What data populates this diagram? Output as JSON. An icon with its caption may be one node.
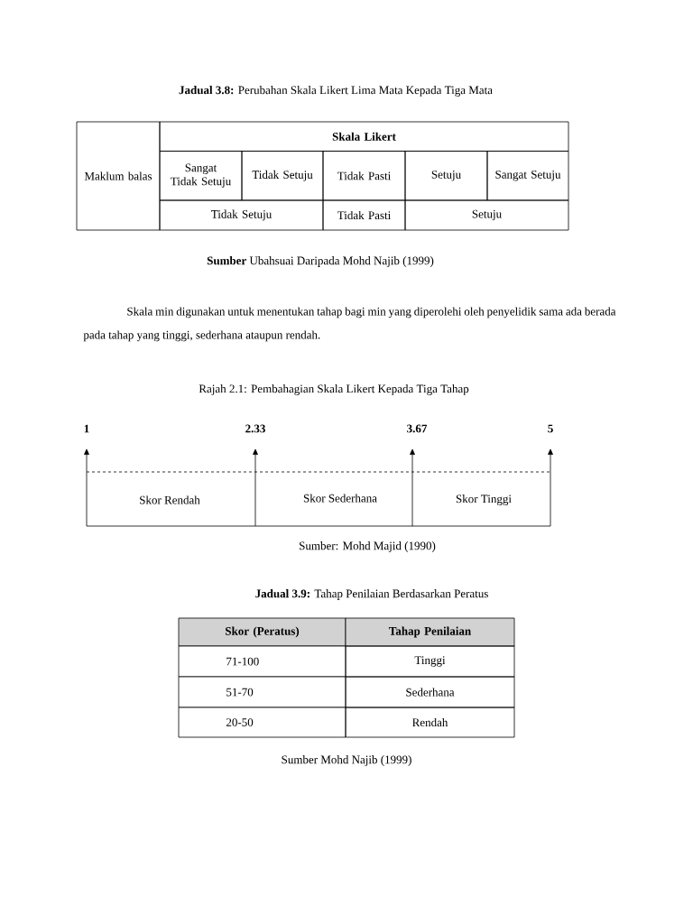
{
  "diagram": {
    "labels": [
      "**Jadual 3.8:** Perubahan Skala Likert Lima Mata Kepada Tiga Mata",
      "Maklum balas",
      "Skala Likert",
      "Sangat Tidak Setuju",
      "Tidak Setuju",
      "Tidak Pasti",
      "Setuju",
      "Sangat Setuju",
      "Tidak Setuju",
      "Tidak Pasti",
      "Setuju",
      "**Sumber** Ubahsuai Daripada Mohd Najib (1999)",
      "Skala min digunakan untuk menentukan tahap bagi min yang diperolehi oleh penyelidik sama ada berada pada tahap yang tinggi, sederhana ataupun rendah.",
      "Rajah 2.1: Pembahagian Skala Likert Kepada Tiga Tahap",
      "1",
      "2.33",
      "3.67",
      "5",
      "Skor Rendah",
      "Skor Sederhana",
      "Skor Tinggi",
      "Sumber:  Mohd Majid (1990)",
      "**Jadual 3.9:** Tahap Penilaian Berdasarkan Peratus",
      "Skor (Peratus)",
      "Tahap Penilaian",
      "71-100",
      "Tinggi",
      "51-70",
      "Sederhana",
      "20-50",
      "Rendah",
      "Sumber Mohd Najib (1999)"
    ]
  }
}
